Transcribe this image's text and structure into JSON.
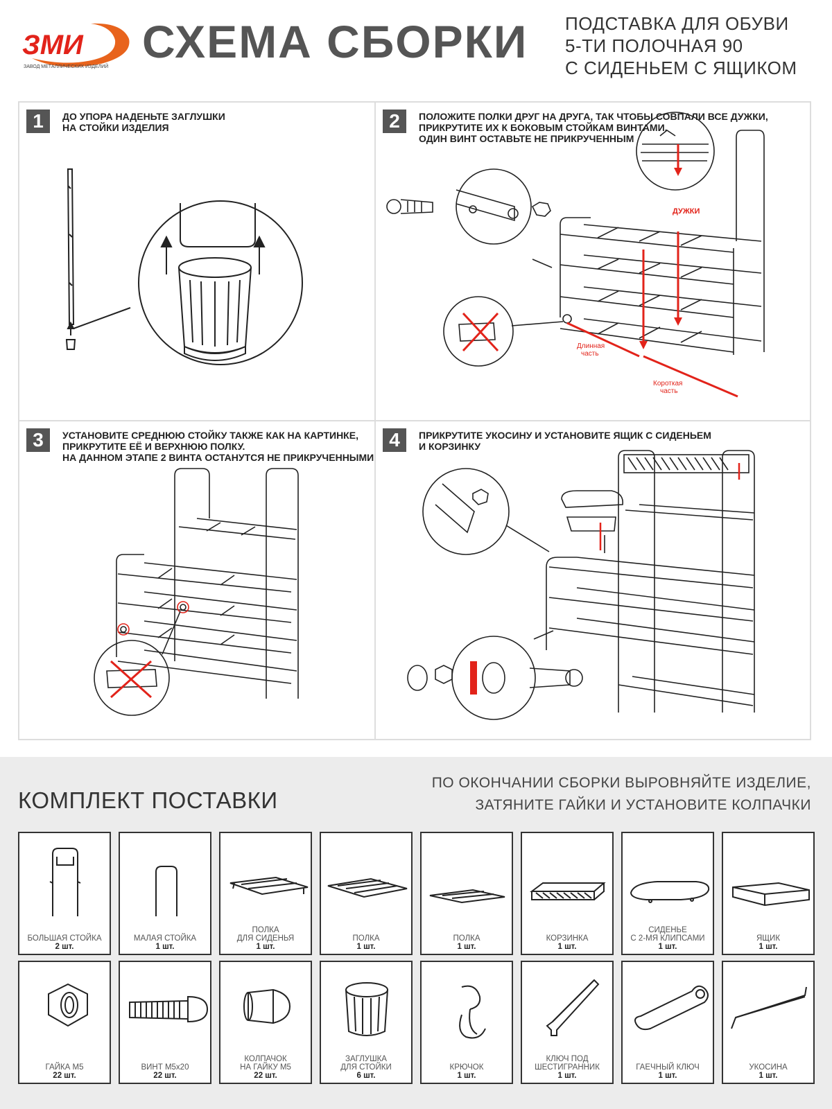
{
  "header": {
    "logo_text": "ЗМИ",
    "logo_subtext": "ЗАВОД МЕТАЛЛИЧЕСКИХ ИЗДЕЛИЙ",
    "title": "СХЕМА СБОРКИ",
    "product_lines": [
      "ПОДСТАВКА ДЛЯ ОБУВИ",
      "5-ТИ ПОЛОЧНАЯ 90",
      "С СИДЕНЬЕМ С ЯЩИКОМ"
    ]
  },
  "steps": [
    {
      "number": "1",
      "lines": [
        "ДО УПОРА НАДЕНЬТЕ ЗАГЛУШКИ",
        "НА СТОЙКИ ИЗДЕЛИЯ"
      ]
    },
    {
      "number": "2",
      "lines": [
        "ПОЛОЖИТЕ ПОЛКИ ДРУГ НА ДРУГА, ТАК ЧТОБЫ СОВПАЛИ ВСЕ ДУЖКИ,",
        "ПРИКРУТИТЕ ИХ К БОКОВЫМ СТОЙКАМ  ВИНТАМИ.",
        "ОДИН ВИНТ ОСТАВЬТЕ НЕ ПРИКРУЧЕННЫМ"
      ],
      "labels": {
        "arches": "ДУЖКИ",
        "long_part": [
          "Длинная",
          "часть"
        ],
        "short_part": [
          "Короткая",
          "часть"
        ]
      }
    },
    {
      "number": "3",
      "lines": [
        "УСТАНОВИТЕ СРЕДНЮЮ СТОЙКУ ТАКЖЕ КАК НА КАРТИНКЕ,",
        "ПРИКРУТИТЕ ЕЁ И ВЕРХНЮЮ ПОЛКУ.",
        "НА ДАННОМ ЭТАПЕ 2 ВИНТА ОСТАНУТСЯ НЕ ПРИКРУЧЕННЫМИ"
      ]
    },
    {
      "number": "4",
      "lines": [
        "ПРИКРУТИТЕ УКОСИНУ И  УСТАНОВИТЕ  ЯЩИК С СИДЕНЬЕМ",
        "И КОРЗИНКУ"
      ]
    }
  ],
  "kit": {
    "title": "КОМПЛЕКТ ПОСТАВКИ",
    "final_note": [
      "ПО ОКОНЧАНИИ СБОРКИ ВЫРОВНЯЙТЕ ИЗДЕЛИЕ,",
      "ЗАТЯНИТЕ ГАЙКИ И УСТАНОВИТЕ КОЛПАЧКИ"
    ],
    "items": [
      {
        "name": [
          "БОЛЬШАЯ СТОЙКА"
        ],
        "qty": "2 шт.",
        "icon": "big-post-icon"
      },
      {
        "name": [
          "МАЛАЯ СТОЙКА"
        ],
        "qty": "1 шт.",
        "icon": "small-post-icon"
      },
      {
        "name": [
          "ПОЛКА",
          "ДЛЯ СИДЕНЬЯ"
        ],
        "qty": "1 шт.",
        "icon": "seat-shelf-icon"
      },
      {
        "name": [
          "ПОЛКА"
        ],
        "qty": "1 шт.",
        "icon": "shelf-icon"
      },
      {
        "name": [
          "ПОЛКА"
        ],
        "qty": "1 шт.",
        "icon": "flat-shelf-icon"
      },
      {
        "name": [
          "КОРЗИНКА"
        ],
        "qty": "1 шт.",
        "icon": "basket-icon"
      },
      {
        "name": [
          "СИДЕНЬЕ",
          "С 2-МЯ КЛИПСАМИ"
        ],
        "qty": "1 шт.",
        "icon": "seat-icon"
      },
      {
        "name": [
          "ЯЩИК"
        ],
        "qty": "1 шт.",
        "icon": "drawer-icon"
      },
      {
        "name": [
          "ГАЙКА М5"
        ],
        "qty": "22 шт.",
        "icon": "nut-icon"
      },
      {
        "name": [
          "ВИНТ М5х20"
        ],
        "qty": "22 шт.",
        "icon": "screw-icon"
      },
      {
        "name": [
          "КОЛПАЧОК",
          "НА ГАЙКУ М5"
        ],
        "qty": "22 шт.",
        "icon": "cap-icon"
      },
      {
        "name": [
          "ЗАГЛУШКА",
          "ДЛЯ СТОЙКИ"
        ],
        "qty": "6 шт.",
        "icon": "plug-icon"
      },
      {
        "name": [
          "КРЮЧОК"
        ],
        "qty": "1 шт.",
        "icon": "hook-icon"
      },
      {
        "name": [
          "КЛЮЧ ПОД",
          "ШЕСТИГРАННИК"
        ],
        "qty": "1 шт.",
        "icon": "hex-key-icon"
      },
      {
        "name": [
          "ГАЕЧНЫЙ КЛЮЧ"
        ],
        "qty": "1 шт.",
        "icon": "wrench-icon"
      },
      {
        "name": [
          "УКОСИНА"
        ],
        "qty": "1 шт.",
        "icon": "brace-icon"
      }
    ]
  },
  "colors": {
    "accent": "#e2231a",
    "logo_orange": "#e8631c",
    "dark_gray": "#555555",
    "panel_bg": "#ececec"
  }
}
